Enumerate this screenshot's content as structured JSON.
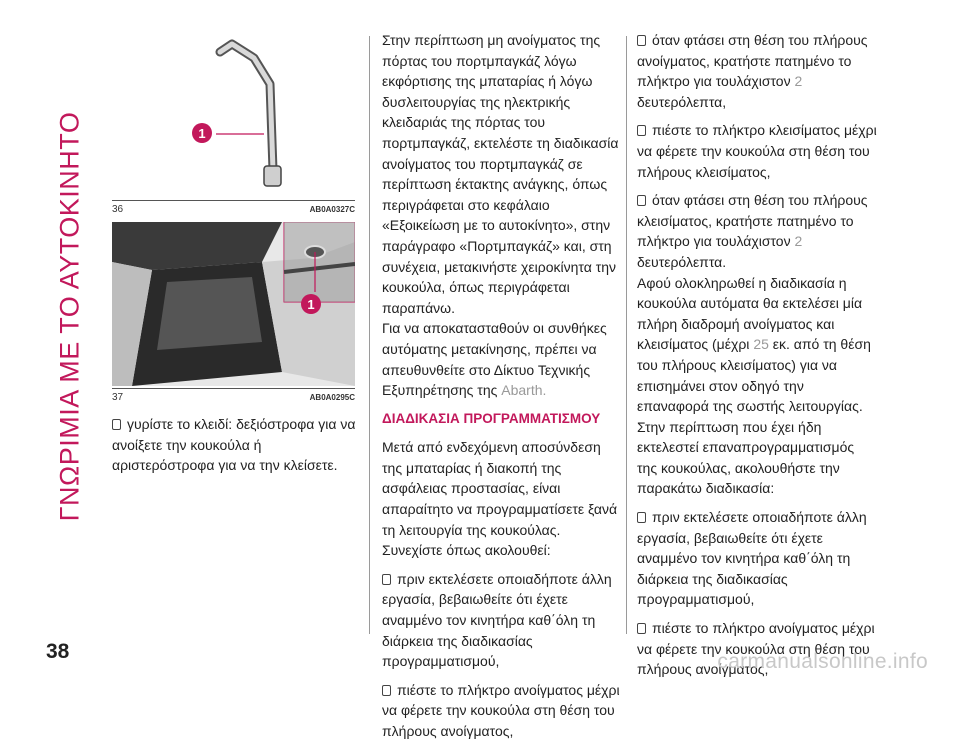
{
  "side_tab": "ΓΝΩΡΙΜΙΑ ΜΕ ΤΟ ΑΥΤΟΚΙΝΗΤΟ",
  "page_number": "38",
  "watermark": "carmanualsonline.info",
  "figures": [
    {
      "number": "36",
      "code": "AB0A0327C",
      "callout": "1"
    },
    {
      "number": "37",
      "code": "AB0A0295C",
      "callout": "1"
    }
  ],
  "col1": {
    "bullet_text": "γυρίστε το κλειδί: δεξιόστροφα για να ανοίξετε την κουκούλα ή αριστερόστροφα για να την κλείσετε."
  },
  "col2": {
    "p1": "Στην περίπτωση μη ανοίγματος της πόρτας του πορτμπαγκάζ λόγω εκφόρτισης της μπαταρίας ή λόγω δυσλειτουργίας της ηλεκτρικής κλειδαριάς της πόρτας του πορτμπαγκάζ, εκτελέστε τη διαδικασία ανοίγματος του πορτμπαγκάζ σε περίπτωση έκτακτης ανάγκης, όπως περιγράφεται στο κεφάλαιο «Εξοικείωση με το αυτοκίνητο», στην παράγραφο «Πορτμπαγκάζ» και, στη συνέχεια, μετακινήστε χειροκίνητα την κουκούλα, όπως περιγράφεται παραπάνω.",
    "p2_main": "Για να αποκατασταθούν οι συνθήκες αυτόματης μετακίνησης, πρέπει να απευθυνθείτε στο Δίκτυο Τεχνικής Εξυπηρέτησης της",
    "p2_brand": "Abarth.",
    "heading": "ΔΙΑΔΙΚΑΣΙΑ ΠΡΟΓΡΑΜΜΑΤΙΣΜΟΥ",
    "p3": "Μετά από ενδεχόμενη αποσύνδεση της μπαταρίας ή διακοπή της ασφάλειας προστασίας, είναι απαραίτητο να προγραμματίσετε ξανά τη λειτουργία της κουκούλας.",
    "p4": "Συνεχίστε όπως ακολουθεί:",
    "b1": "πριν εκτελέσετε οποιαδήποτε άλλη εργασία, βεβαιωθείτε ότι έχετε αναμμένο τον κινητήρα καθ΄όλη τη διάρκεια της διαδικασίας προγραμματισμού,",
    "b2": "πιέστε το πλήκτρο ανοίγματος μέχρι να φέρετε την κουκούλα στη θέση του πλήρους ανοίγματος,"
  },
  "col3": {
    "b1_pre": "όταν φτάσει στη θέση του πλήρους ανοίγματος, κρατήστε πατημένο το πλήκτρο για τουλάχιστον",
    "b1_num": "2",
    "b1_post": "δευτερόλεπτα,",
    "b2": "πιέστε το πλήκτρο κλεισίματος μέχρι να φέρετε την κουκούλα στη θέση του πλήρους κλεισίματος,",
    "b3_pre": "όταν φτάσει στη θέση του πλήρους κλεισίματος, κρατήστε πατημένο το πλήκτρο για τουλάχιστον",
    "b3_num": "2",
    "b3_post": "δευτερόλεπτα.",
    "p1_a": "Αφού ολοκληρωθεί η διαδικασία η κουκούλα αυτόματα θα εκτελέσει μία πλήρη διαδρομή ανοίγματος και κλεισίματος (μέχρι",
    "p1_num": "25",
    "p1_b": "εκ. από τη θέση του πλήρους κλεισίματος) για να επισημάνει στον οδηγό την επαναφορά της σωστής λειτουργίας.",
    "p2": "Στην περίπτωση που έχει ήδη εκτελεστεί επαναπρογραμματισμός της κουκούλας, ακολουθήστε την παρακάτω διαδικασία:",
    "b4": "πριν εκτελέσετε οποιαδήποτε άλλη εργασία, βεβαιωθείτε ότι έχετε αναμμένο τον κινητήρα καθ΄όλη τη διάρκεια της διαδικασίας προγραμματισμού,",
    "b5": "πιέστε το πλήκτρο ανοίγματος μέχρι να φέρετε την κουκούλα στη θέση του πλήρους ανοίγματος,"
  },
  "colors": {
    "accent": "#c2185b",
    "text": "#222222"
  }
}
